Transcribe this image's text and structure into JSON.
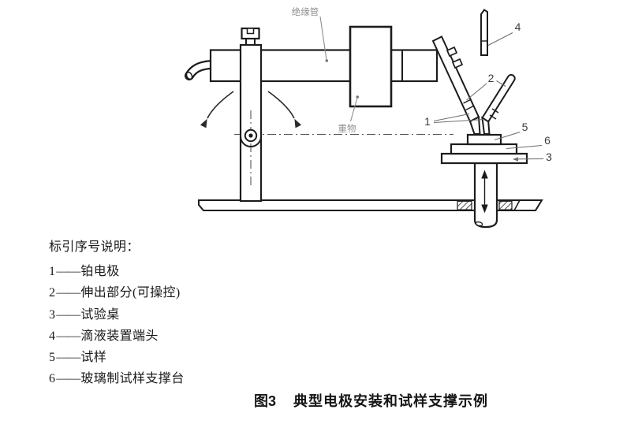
{
  "diagram": {
    "annotations": {
      "insulating_tube": "绝缘管",
      "weight": "重物"
    },
    "callouts": {
      "c1": "1",
      "c2": "2",
      "c3": "3",
      "c4": "4",
      "c5": "5",
      "c6": "6"
    }
  },
  "legend": {
    "title": "标引序号说明：",
    "dash": "——",
    "items": [
      {
        "ref": "1",
        "label": "铂电极"
      },
      {
        "ref": "2",
        "label": "伸出部分(可操控)"
      },
      {
        "ref": "3",
        "label": "试验桌"
      },
      {
        "ref": "4",
        "label": "滴液装置端头"
      },
      {
        "ref": "5",
        "label": "试样"
      },
      {
        "ref": "6",
        "label": "玻璃制试样支撑台"
      }
    ]
  },
  "caption": {
    "prefix": "图3",
    "title": "典型电极安装和试样支撑示例"
  },
  "colors": {
    "line": "#1c1c1c",
    "muted_label": "#8f8f8f",
    "callout_text": "#3d3d3d",
    "paper": "#ffffff"
  }
}
